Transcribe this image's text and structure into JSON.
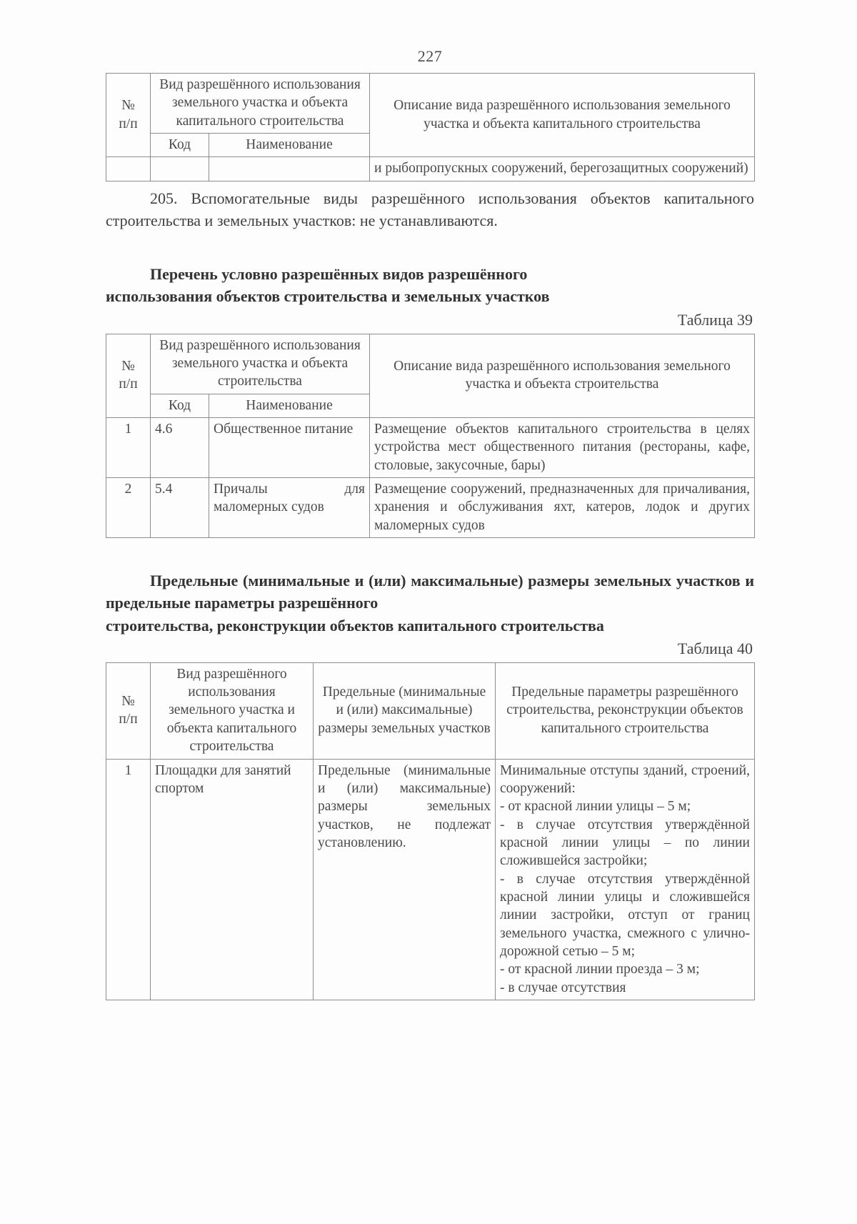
{
  "page": {
    "number": "227"
  },
  "table_continuation": {
    "name": "table-continued-from-previous-page",
    "headers": {
      "num": "№\nп/п",
      "num_line1": "№",
      "num_line2": "п/п",
      "vid": "Вид разрешённого использования земельного участка и объекта капитального строительства",
      "code": "Код",
      "title": "Наименование",
      "description": "Описание вида разрешённого использования земельного участка и объекта капитального строительства"
    },
    "rows": [
      {
        "num": "",
        "code": "",
        "name": "",
        "description": "и рыбопропускных сооружений, берегозащитных сооружений)"
      }
    ]
  },
  "paragraph_205": "205. Вспомогательные виды разрешённого использования объектов капитального строительства и земельных участков: не устанавливаются.",
  "heading_conditional": {
    "line1": "Перечень условно разрешённых видов разрешённого",
    "line2": "использования объектов строительства и земельных участков"
  },
  "table39": {
    "caption": "Таблица 39",
    "headers": {
      "num_line1": "№",
      "num_line2": "п/п",
      "vid": "Вид разрешённого использования земельного участка и объекта строительства",
      "code": "Код",
      "title": "Наименование",
      "description": "Описание вида разрешённого использования земельного участка и объекта строительства"
    },
    "rows": [
      {
        "num": "1",
        "code": "4.6",
        "name": "Общественное питание",
        "description": "Размещение объектов капитального строительства в целях устройства мест общественного питания (рестораны, кафе, столовые, закусочные, бары)"
      },
      {
        "num": "2",
        "code": "5.4",
        "name": "Причалы для маломерных судов",
        "description": "Размещение сооружений, предназначенных для причаливания, хранения и обслуживания яхт, катеров, лодок и других маломерных судов"
      }
    ]
  },
  "heading_limits": {
    "line1": "Предельные (минимальные и (или) максимальные) размеры",
    "line2": "земельных участков и предельные параметры разрешённого",
    "line3": "строительства, реконструкции объектов капитального строительства"
  },
  "table40": {
    "caption": "Таблица 40",
    "headers": {
      "num_line1": "№",
      "num_line2": "п/п",
      "vid": "Вид разрешённого использования земельного участка и объекта капитального строительства",
      "sizes": "Предельные (минимальные и (или) максимальные) размеры земельных участков",
      "params": "Предельные параметры разрешённого строительства, реконструкции объектов капитального строительства"
    },
    "rows": [
      {
        "num": "1",
        "vid": "Площадки для занятий спортом",
        "sizes": "Предельные (минимальные и (или) максимальные) размеры земельных участков, не подлежат установлению.",
        "params_intro": "Минимальные отступы зданий, строений, сооружений:",
        "params_items": [
          "- от красной линии улицы – 5 м;",
          "- в случае отсутствия утверждённой красной линии улицы – по линии сложившейся застройки;",
          "- в случае отсутствия утверждённой красной линии улицы и сложившейся линии застройки, отступ от границ земельного участка, смежного с улично-дорожной сетью – 5 м;",
          "- от красной линии проезда – 3 м;",
          "- в случае отсутствия"
        ]
      }
    ]
  }
}
